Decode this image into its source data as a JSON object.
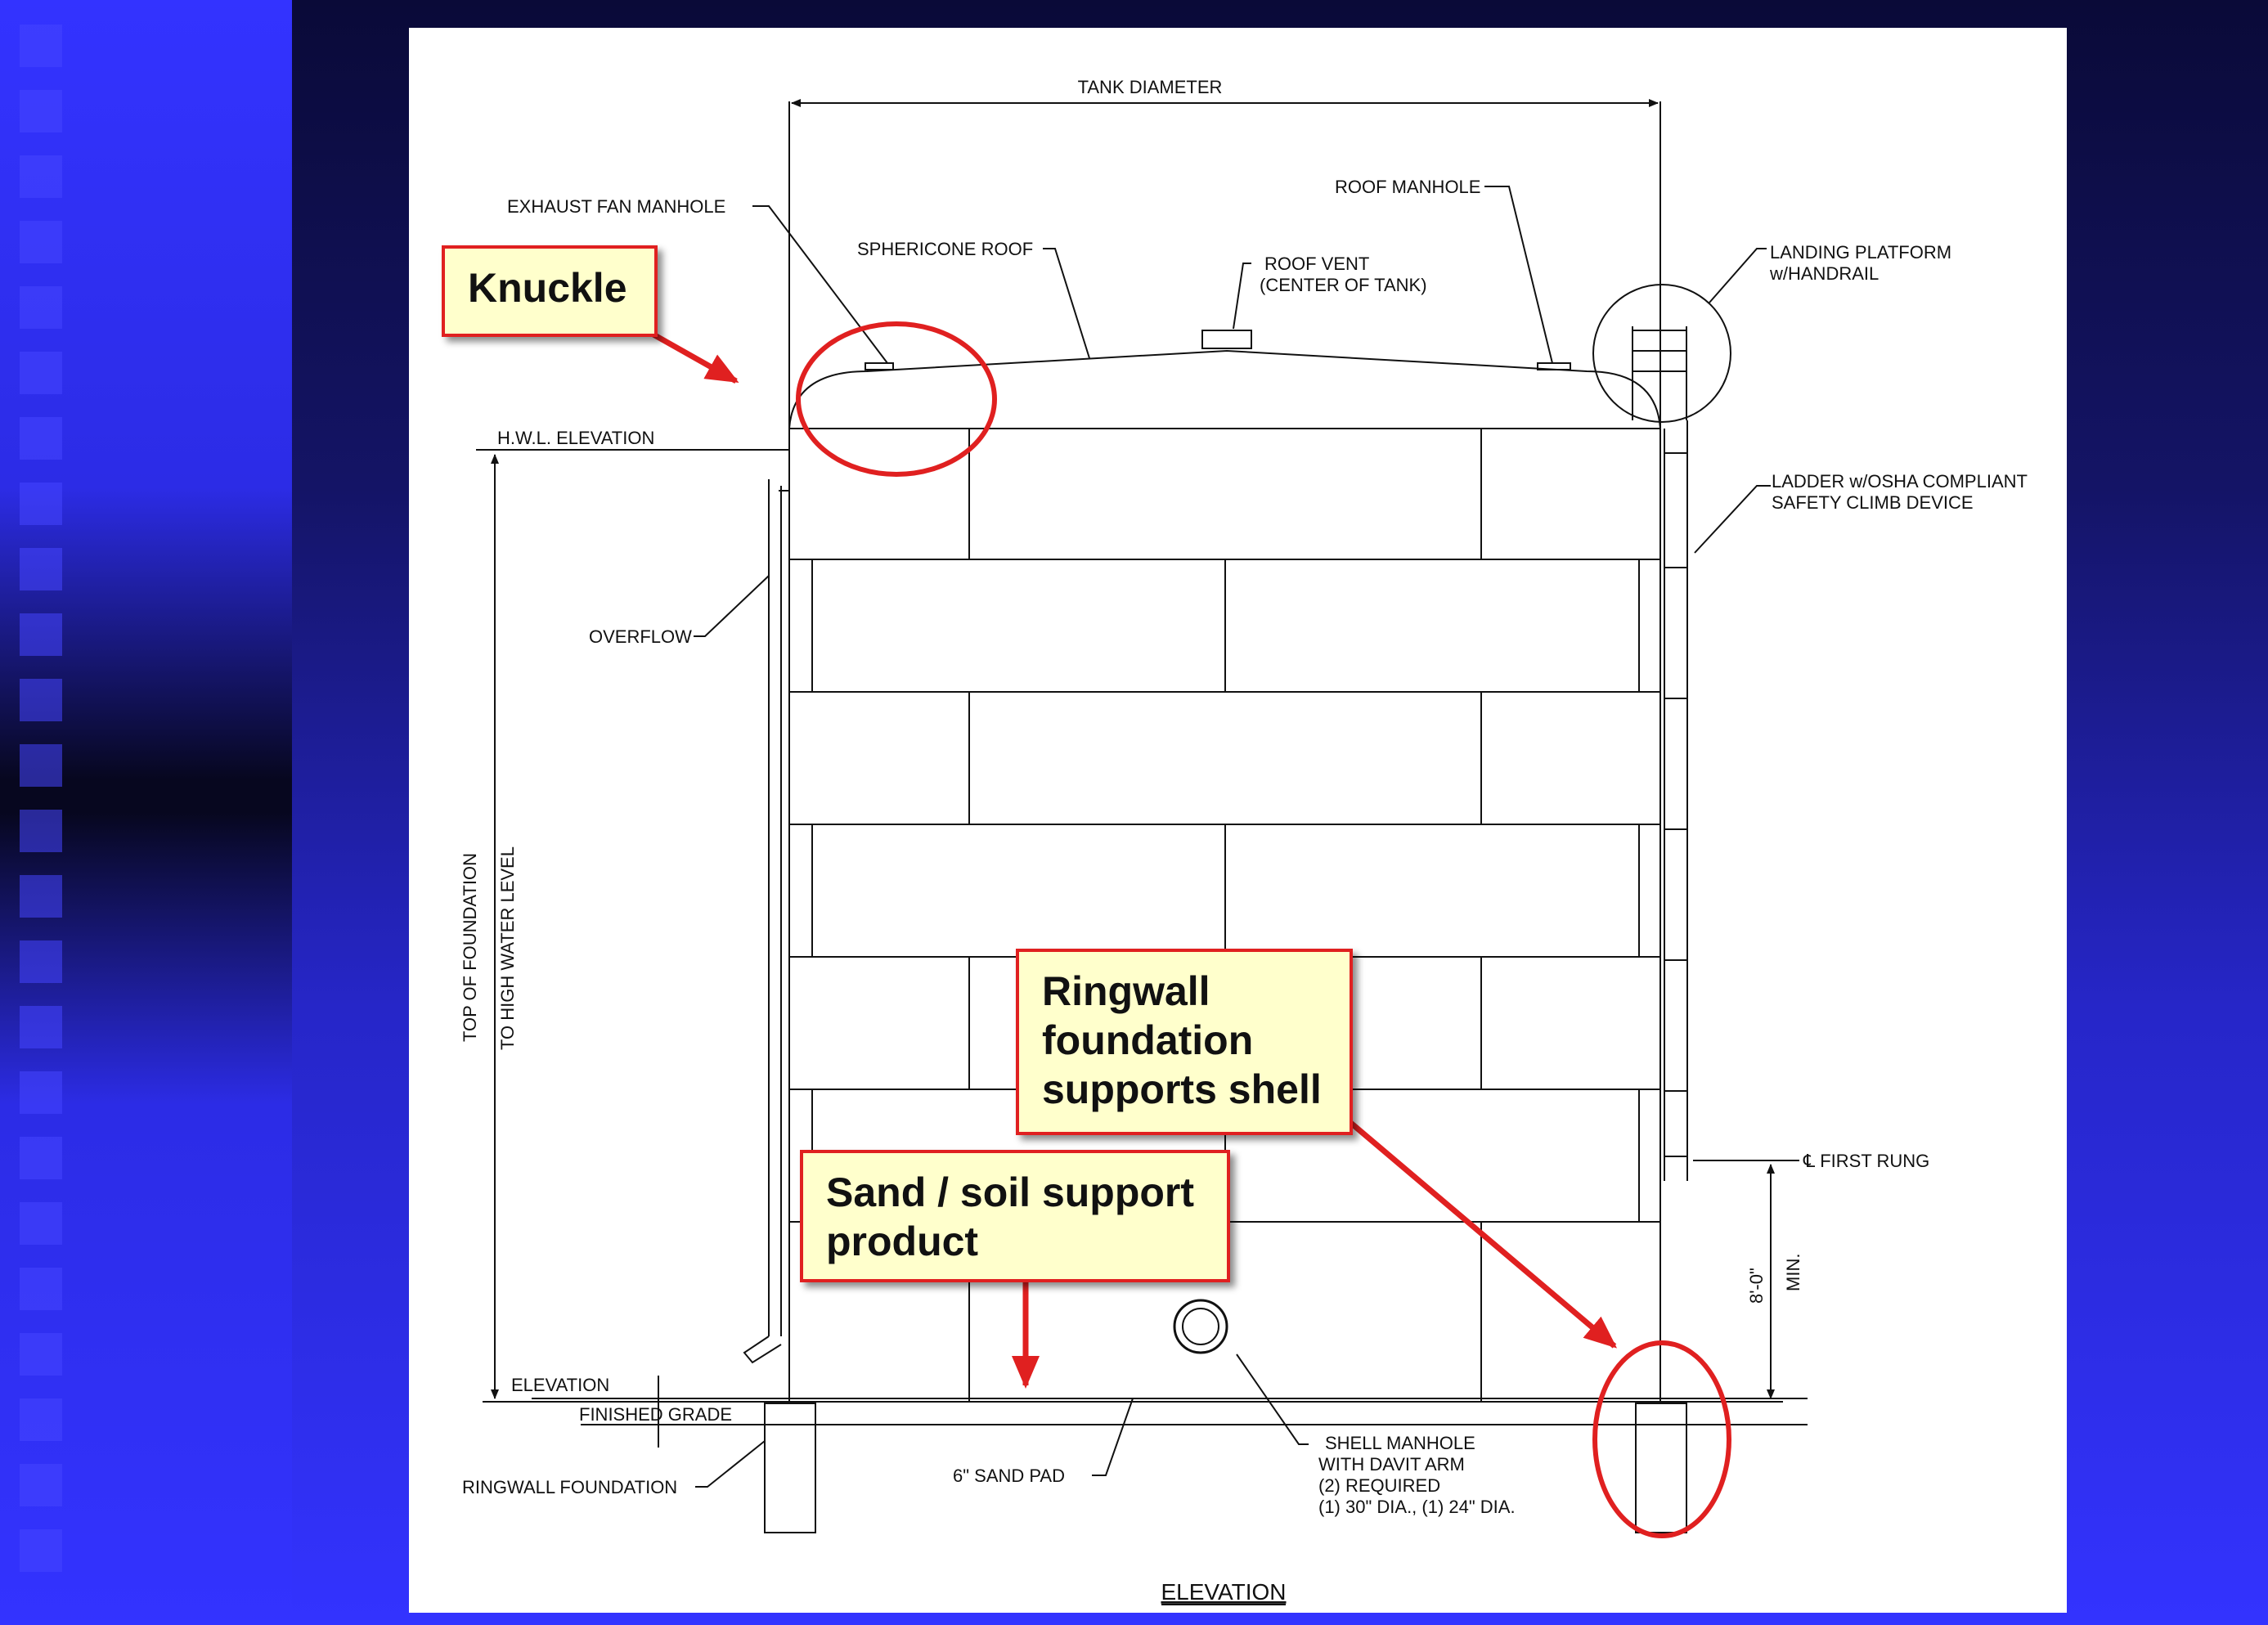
{
  "colors": {
    "background_blue": "#3333ff",
    "dark_band": "#0a0a30",
    "callout_fill": "#ffffcc",
    "callout_border": "#e02020",
    "annotation_red": "#e02020",
    "line_color": "#111111"
  },
  "callouts": {
    "knuckle": "Knuckle",
    "ringwall_line1": "Ringwall",
    "ringwall_line2": "foundation",
    "ringwall_line3": "supports shell",
    "sand_line1": "Sand / soil support",
    "sand_line2": "product"
  },
  "labels": {
    "tank_diameter": "TANK DIAMETER",
    "exhaust_fan_manhole": "EXHAUST FAN MANHOLE",
    "roof_manhole": "ROOF MANHOLE",
    "sphericone_roof": "SPHERICONE ROOF",
    "roof_vent_1": "ROOF VENT",
    "roof_vent_2": "(CENTER OF TANK)",
    "landing_platform_1": "LANDING PLATFORM",
    "landing_platform_2": "w/HANDRAIL",
    "hwl_elevation": "H.W.L. ELEVATION",
    "ladder_1": "LADDER w/OSHA COMPLIANT",
    "ladder_2": "SAFETY CLIMB DEVICE",
    "overflow": "OVERFLOW",
    "top_of_foundation_1": "TOP OF FOUNDATION",
    "top_of_foundation_2": "TO HIGH WATER LEVEL",
    "first_rung": "℄ FIRST RUNG",
    "eight_foot": "8'-0\"",
    "min": "MIN.",
    "elevation_small": "ELEVATION",
    "finished_grade": "FINISHED GRADE",
    "ringwall_foundation": "RINGWALL FOUNDATION",
    "sand_pad": "6\" SAND PAD",
    "shell_manhole_1": "SHELL MANHOLE",
    "shell_manhole_2": "WITH DAVIT ARM",
    "shell_manhole_3": "(2) REQUIRED",
    "shell_manhole_4": "(1) 30\" DIA., (1) 24\" DIA.",
    "elevation_title": "ELEVATION"
  }
}
